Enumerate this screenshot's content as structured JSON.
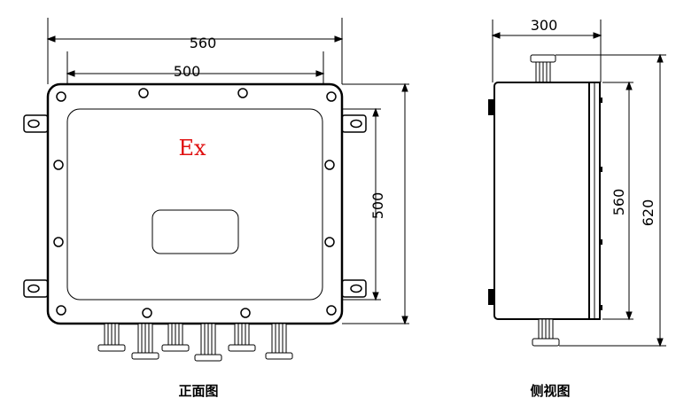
{
  "front_view": {
    "caption": "正面图",
    "mark": "Ex",
    "dims": {
      "outer_width": "560",
      "inner_width": "500",
      "height": "500"
    }
  },
  "side_view": {
    "caption": "侧视图",
    "dims": {
      "depth": "300",
      "body_height": "560",
      "total_height": "620"
    }
  },
  "colors": {
    "line": "#000000",
    "mark": "#e01010"
  }
}
